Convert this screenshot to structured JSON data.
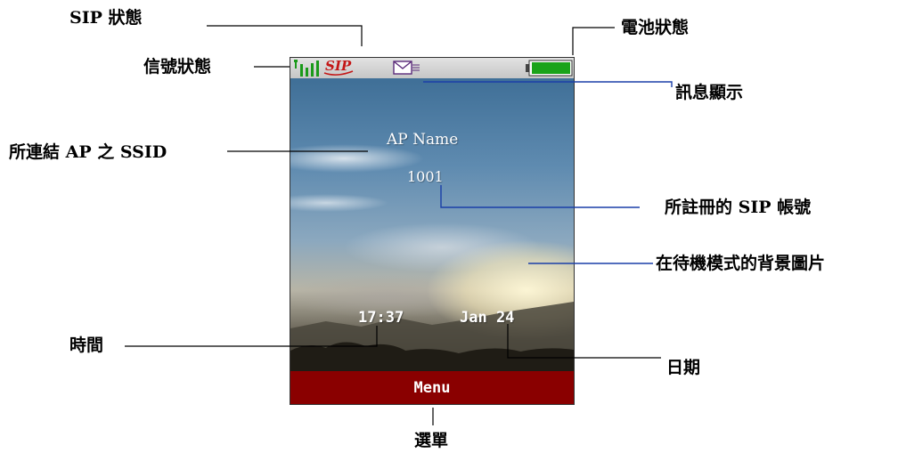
{
  "phone": {
    "ap_name": "AP Name",
    "sip_account": "1001",
    "time": "17:37",
    "date": "Jan 24",
    "menu_label": "Menu",
    "sip_logo_text": "SIP",
    "colors": {
      "menu_bar": "#8a0000",
      "signal": "#1a9a1a",
      "battery": "#1aa31a",
      "sip_logo": "#c41616"
    },
    "icons": [
      "signal-strength-icon",
      "sip-status-icon",
      "message-envelope-icon",
      "battery-icon"
    ]
  },
  "callouts": {
    "sip_status": "SIP 狀態",
    "battery_status": "電池狀態",
    "signal_status": "信號狀態",
    "message_display": "訊息顯示",
    "connected_ap_ssid": "所連結 AP 之 SSID",
    "registered_sip_account": "所註冊的 SIP 帳號",
    "standby_wallpaper": "在待機模式的背景圖片",
    "time": "時間",
    "date": "日期",
    "menu": "選單"
  }
}
